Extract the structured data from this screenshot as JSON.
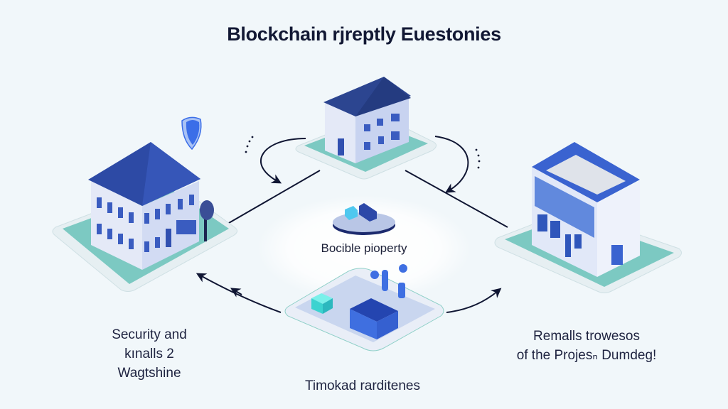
{
  "title": "Blockchain rjreptly Euestonies",
  "center": {
    "label": "Bocible pioperty"
  },
  "nodes": [
    {
      "id": "top",
      "kind": "house"
    },
    {
      "id": "left",
      "kind": "townhouse",
      "badge": "shield"
    },
    {
      "id": "right",
      "kind": "office"
    },
    {
      "id": "bottom",
      "kind": "workstation"
    }
  ],
  "captions": {
    "left": [
      "Security and",
      "kınalls 2",
      "Wagtshine"
    ],
    "right": [
      "Remalls trowesos",
      "of the Projesₙ Dumdeg!"
    ],
    "bottom": "Timokad rarditenes"
  },
  "colors": {
    "background": "#f1f7fa",
    "title": "#121834",
    "roof": "#2f4fa8",
    "wall": "#dfe6f7",
    "platform": "#7cc9c2",
    "arrow": "#101633",
    "shield": "#3b6ee8"
  }
}
